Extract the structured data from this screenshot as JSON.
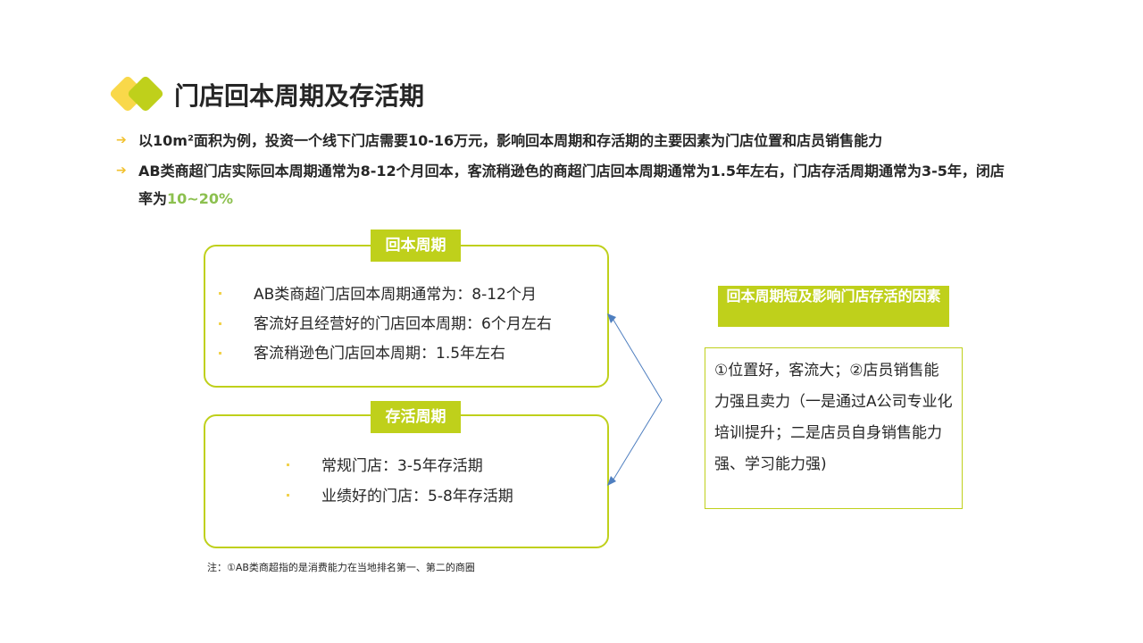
{
  "title": "门店回本周期及存活期",
  "bullets": [
    "以10m²面积为例，投资一个线下门店需要10-16万元，影响回本周期和存活期的主要因素为门店位置和店员销售能力",
    "AB类商超门店实际回本周期通常为8-12个月回本，客流稍逊色的商超门店回本周期通常为1.5年左右，门店存活周期通常为3-5年，闭店率为"
  ],
  "bullet2_highlight": "10~20%",
  "payback": {
    "label": "回本周期",
    "items": [
      "AB类商超门店回本周期通常为：8-12个月",
      "客流好且经营好的门店回本周期：6个月左右",
      "客流稍逊色门店回本周期：1.5年左右"
    ]
  },
  "survival": {
    "label": "存活周期",
    "items": [
      "常规门店：3-5年存活期",
      "业绩好的门店：5-8年存活期"
    ]
  },
  "factors": {
    "title": "回本周期短及影响门店存活的因素",
    "text": "①位置好，客流大；②店员销售能力强且卖力（一是通过A公司专业化培训提升；二是店员自身销售能力强、学习能力强)"
  },
  "note": "注：①AB类商超指的是消费能力在当地排名第一、第二的商圈",
  "colors": {
    "accent": "#bfd01b",
    "yellow": "#f9d84a",
    "highlight": "#8cc04f"
  }
}
